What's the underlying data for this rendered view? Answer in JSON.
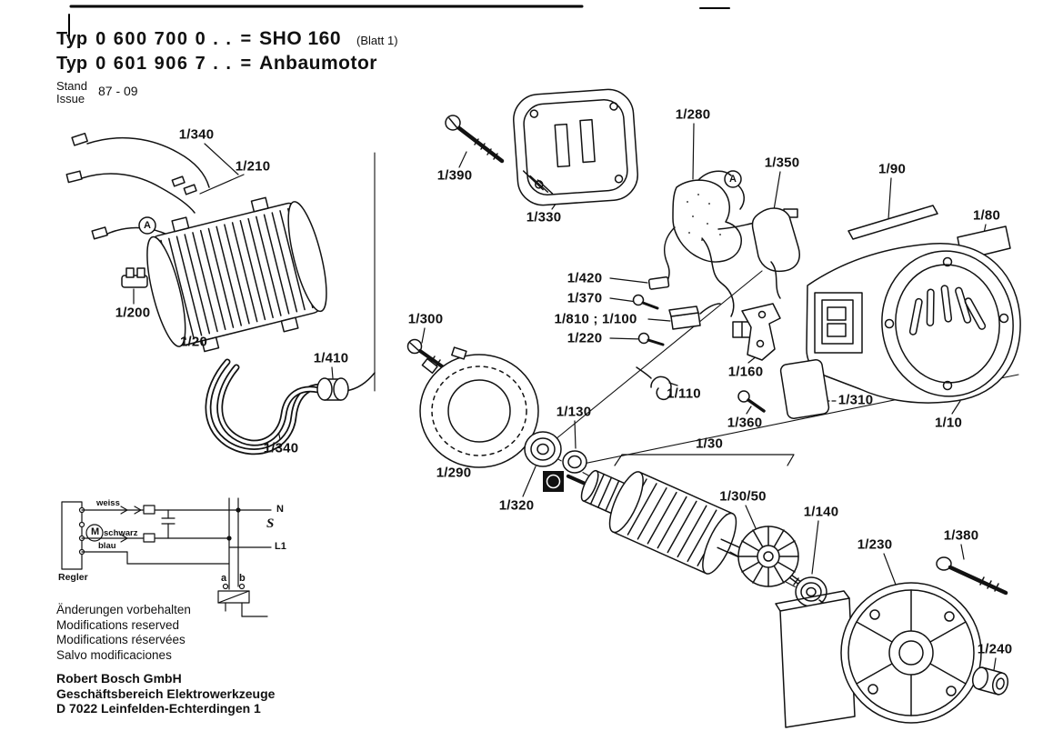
{
  "header": {
    "typ_label": "Typ",
    "row1_number": "0 600 700 0 . .",
    "equals": "=",
    "row1_model": "SHO 160",
    "row1_sheet": "(Blatt 1)",
    "row2_number": "0 601 906 7 . .",
    "row2_model": "Anbaumotor",
    "stand_label": "Stand",
    "issue_label": "Issue",
    "issue_value": "87 - 09"
  },
  "datum_mark": "A",
  "part_labels": [
    "1/340",
    "1/210",
    "1/390",
    "1/330",
    "1/280",
    "1/350",
    "1/90",
    "1/80",
    "1/200",
    "1/20",
    "1/410",
    "1/300",
    "1/420",
    "1/370",
    "1/810 ; 1/100",
    "1/220",
    "1/160",
    "1/110",
    "1/310",
    "1/360",
    "1/10",
    "1/340",
    "1/290",
    "1/130",
    "1/30",
    "1/320",
    "1/30/50",
    "1/140",
    "1/230",
    "1/380",
    "1/240"
  ],
  "wiring": {
    "weiss": "weiss",
    "schwarz": "schwarz",
    "blau": "blau",
    "regler": "Regler",
    "neutral": "N",
    "line1": "L1",
    "contact_a": "a",
    "contact_b": "b",
    "motor": "M",
    "switch": "S"
  },
  "footer": {
    "notice_de": "Änderungen vorbehalten",
    "notice_en": "Modifications reserved",
    "notice_fr": "Modifications réservées",
    "notice_es": "Salvo modificaciones",
    "company_name": "Robert Bosch GmbH",
    "company_division": "Geschäftsbereich Elektrowerkzeuge",
    "company_address": "D 7022 Leinfelden-Echterdingen 1"
  },
  "colors": {
    "ink": "#121212",
    "paper": "#ffffff"
  }
}
